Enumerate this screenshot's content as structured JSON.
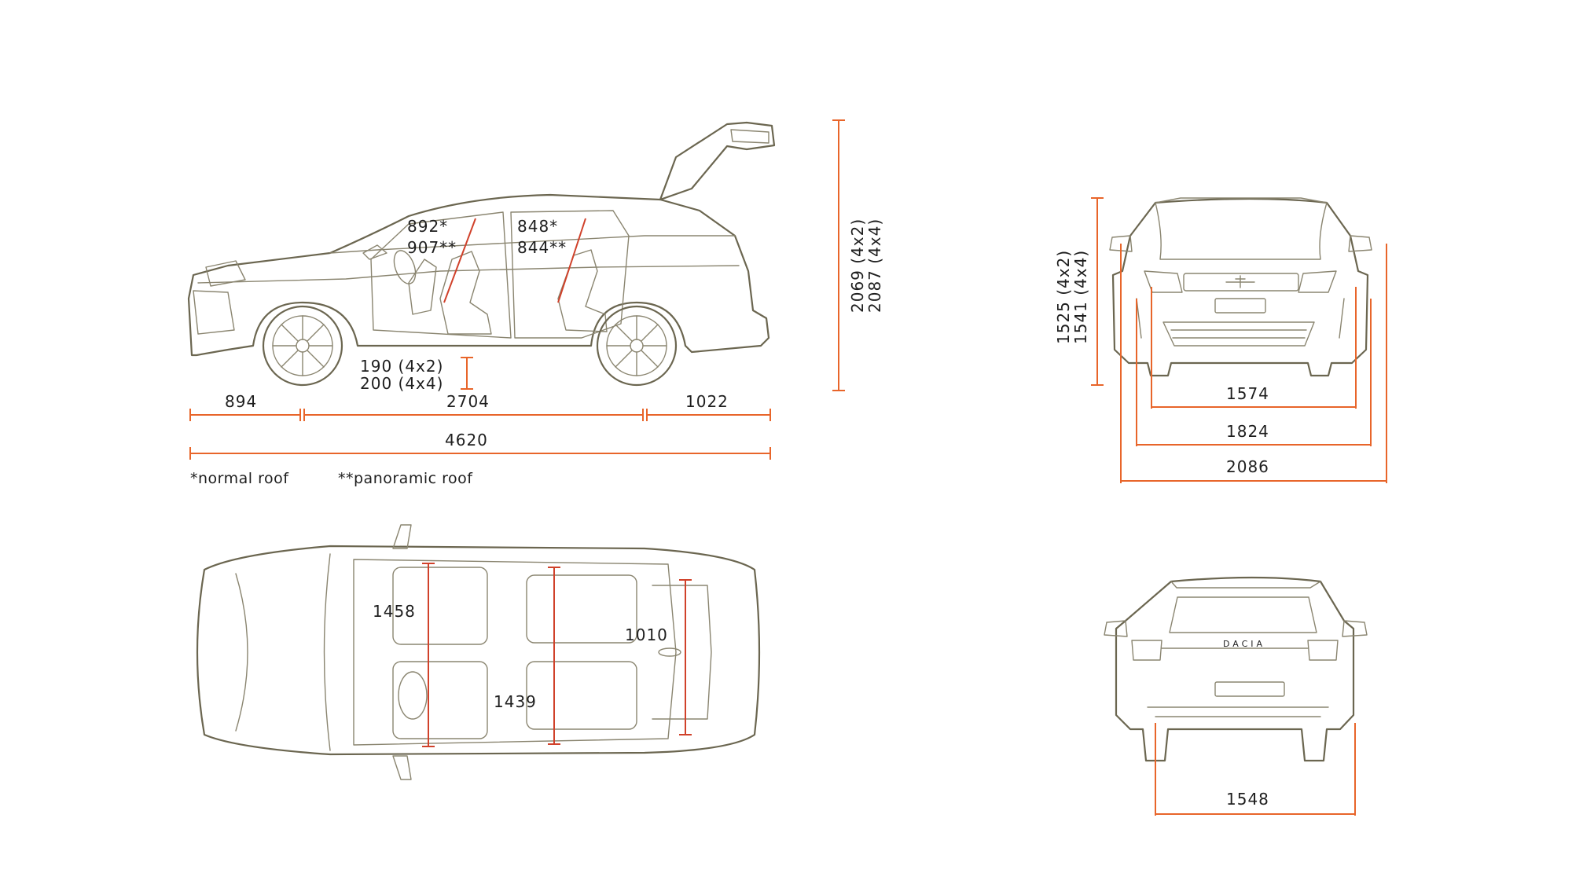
{
  "colors": {
    "background": "#ffffff",
    "outline": "#6b6650",
    "dimension_line": "#e8652a",
    "interior_dimension_line": "#d0412a",
    "text": "#1e1e1e"
  },
  "side_view": {
    "headroom_front_normal": "892*",
    "headroom_front_panoramic": "907**",
    "headroom_rear_normal": "848*",
    "headroom_rear_panoramic": "844**",
    "ground_clearance_4x2": "190 (4x2)",
    "ground_clearance_4x4": "200 (4x4)",
    "front_overhang": "894",
    "wheelbase": "2704",
    "rear_overhang": "1022",
    "overall_length": "4620",
    "height_open_tailgate_4x2": "2069 (4x2)",
    "height_open_tailgate_4x4": "2087 (4x4)"
  },
  "footnotes": {
    "normal_roof": "*normal roof",
    "panoramic_roof": "**panoramic roof"
  },
  "front_view": {
    "height_4x2": "1525 (4x2)",
    "height_4x4": "1541 (4x4)",
    "front_track": "1574",
    "width_without_mirrors": "1824",
    "width_with_mirrors": "2086"
  },
  "top_view": {
    "front_elbow_width": "1458",
    "rear_elbow_width": "1439",
    "boot_width": "1010"
  },
  "rear_view": {
    "rear_track": "1548",
    "badge": "DACIA"
  }
}
